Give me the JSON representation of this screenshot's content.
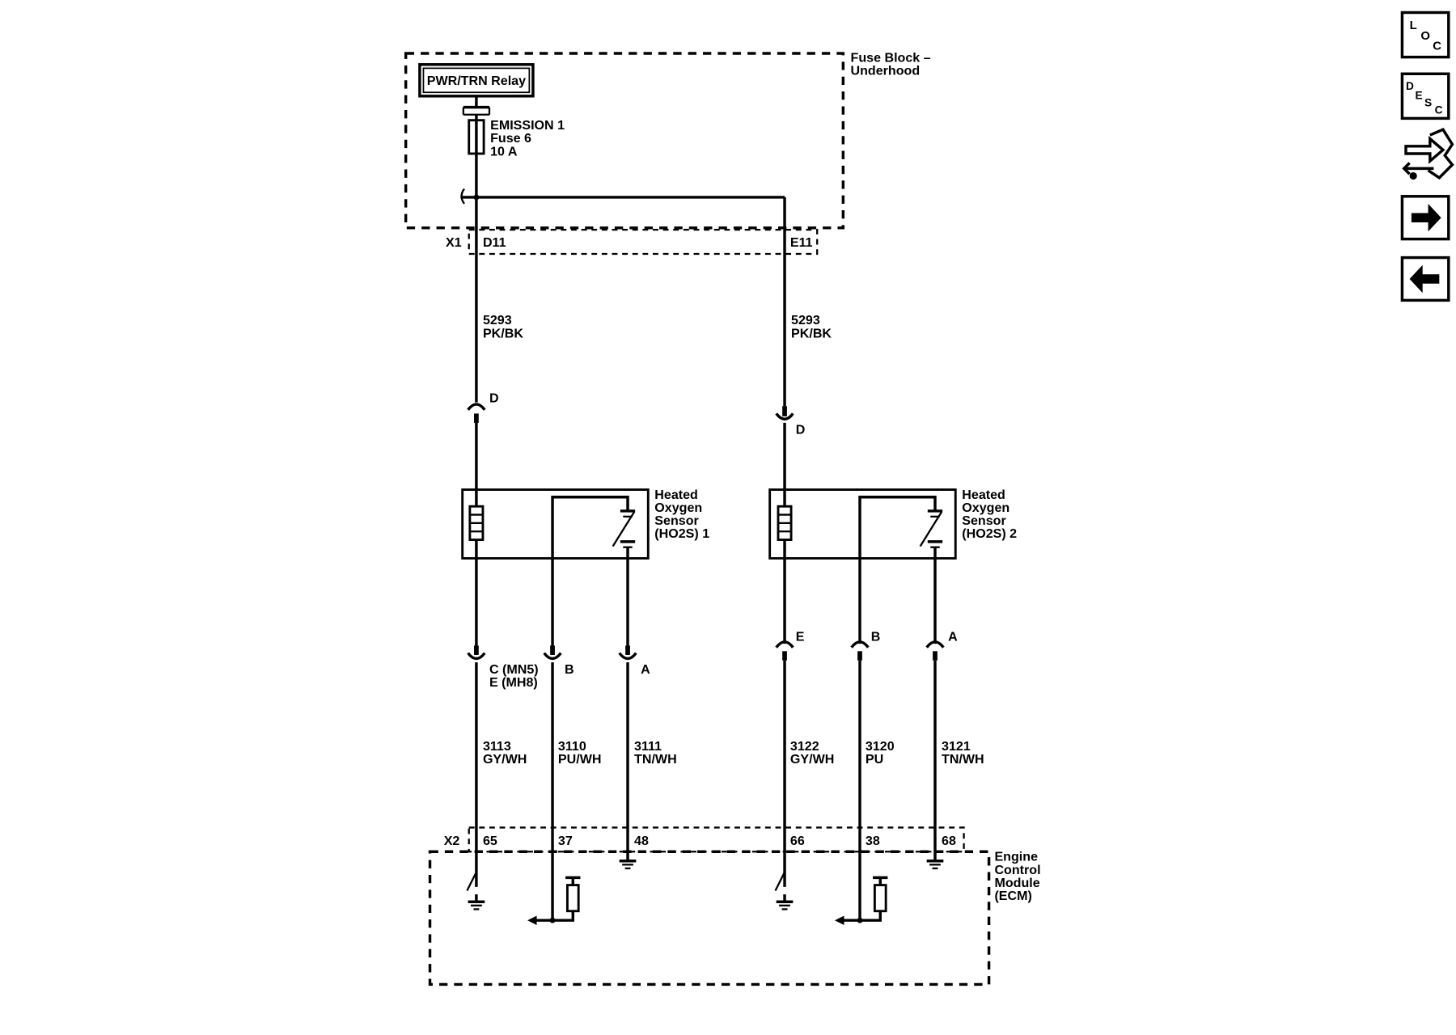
{
  "fuse_block": {
    "title_line1": "Fuse Block –",
    "title_line2": "Underhood",
    "relay": "PWR/TRN Relay",
    "fuse_name": "EMISSION 1",
    "fuse_number": "Fuse 6",
    "fuse_rating": "10 A",
    "connector": "X1",
    "pin_left": "D11",
    "pin_right": "E11"
  },
  "supply_wires": [
    {
      "circuit": "5293",
      "color": "PK/BK"
    },
    {
      "circuit": "5293",
      "color": "PK/BK"
    }
  ],
  "sensors": [
    {
      "label_lines": [
        "Heated",
        "Oxygen",
        "Sensor",
        "(HO2S) 1"
      ],
      "heater_pin": "D",
      "pins": [
        "C (MN5)",
        "E (MH8)",
        "B",
        "A"
      ],
      "wires": [
        {
          "circuit": "3113",
          "color": "GY/WH"
        },
        {
          "circuit": "3110",
          "color": "PU/WH"
        },
        {
          "circuit": "3111",
          "color": "TN/WH"
        }
      ]
    },
    {
      "label_lines": [
        "Heated",
        "Oxygen",
        "Sensor",
        "(HO2S) 2"
      ],
      "heater_pin": "D",
      "pins": [
        "E",
        "B",
        "A"
      ],
      "wires": [
        {
          "circuit": "3122",
          "color": "GY/WH"
        },
        {
          "circuit": "3120",
          "color": "PU"
        },
        {
          "circuit": "3121",
          "color": "TN/WH"
        }
      ]
    }
  ],
  "ecm": {
    "label_lines": [
      "Engine",
      "Control",
      "Module",
      "(ECM)"
    ],
    "connector": "X2",
    "pins": [
      "65",
      "37",
      "48",
      "66",
      "38",
      "68"
    ]
  },
  "nav": {
    "loc": {
      "l1": "L",
      "l2": "O",
      "l3": "C"
    },
    "desc": {
      "l1": "D",
      "l2": "E",
      "l3": "S",
      "l4": "C"
    },
    "icons": [
      "connector-view-icon",
      "arrow-right-icon",
      "arrow-left-icon"
    ]
  }
}
